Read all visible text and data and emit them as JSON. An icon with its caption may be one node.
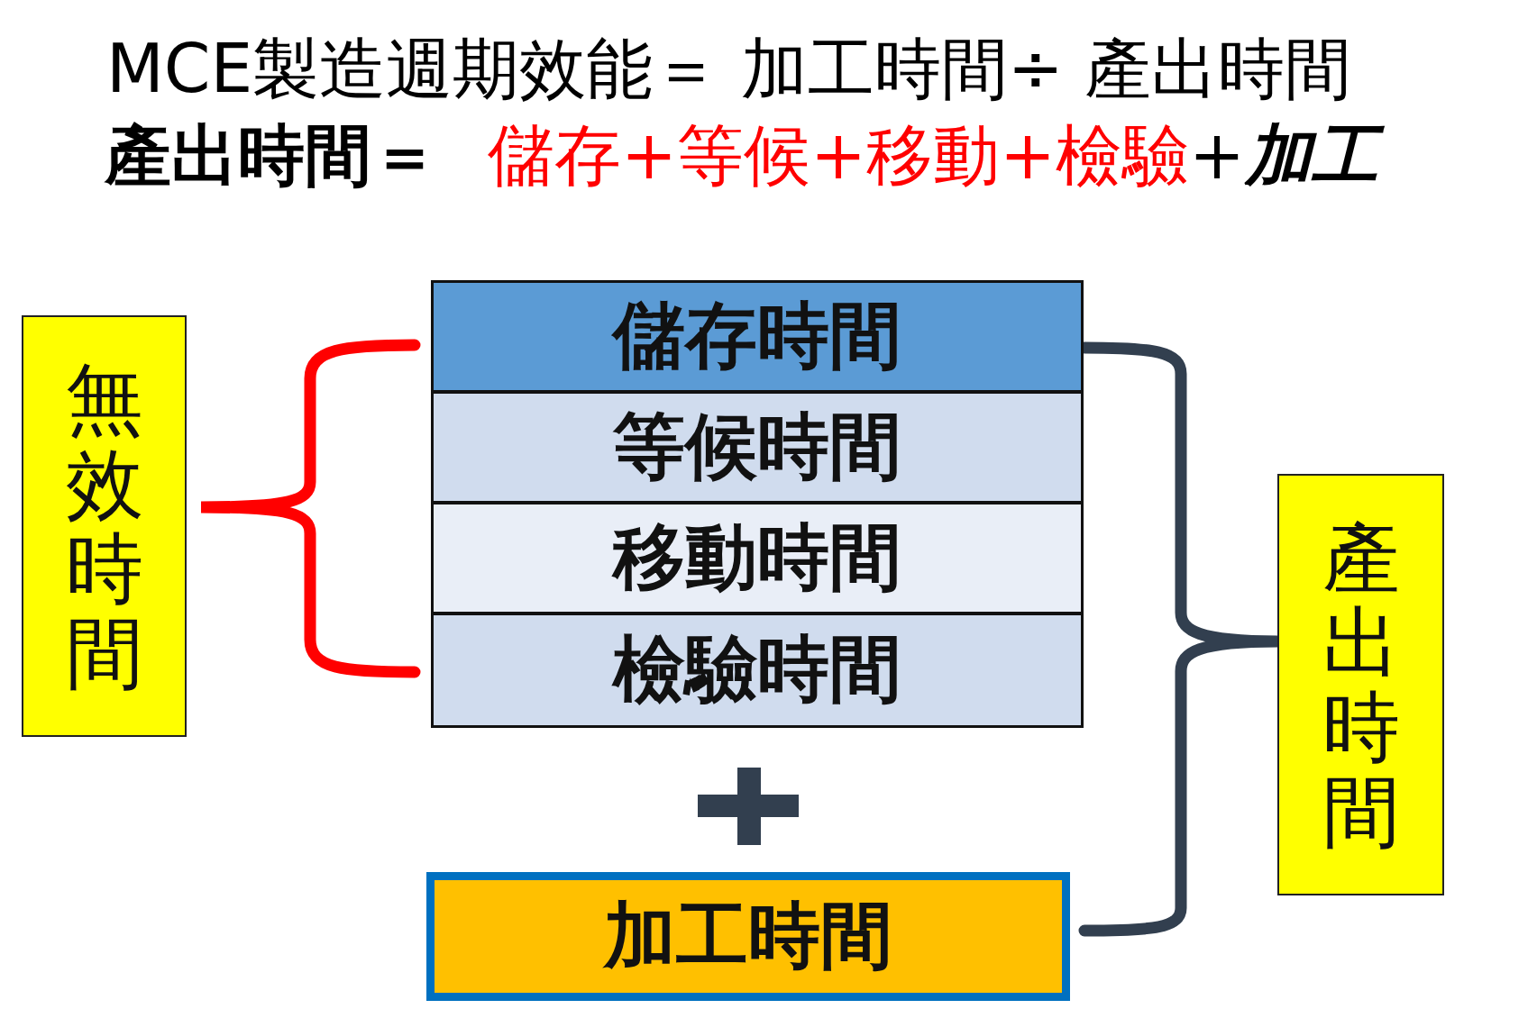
{
  "diagram": {
    "title": "MCE製造週期效能＝ 加工時間÷ 產出時間",
    "nodes": [
      {
        "text": [
          "無效時間"
        ]
      },
      {
        "text": [
          "儲存時間"
        ]
      },
      {
        "text": [
          "等候時間"
        ]
      },
      {
        "text": [
          "移動時間"
        ]
      },
      {
        "text": [
          "檢驗時間"
        ]
      },
      {
        "text": [
          "加工時間"
        ]
      },
      {
        "text": [
          "產出時間"
        ]
      }
    ],
    "labels": [
      "產出時間＝",
      "儲存+等候+移動+檢驗",
      "+",
      "加工"
    ]
  }
}
